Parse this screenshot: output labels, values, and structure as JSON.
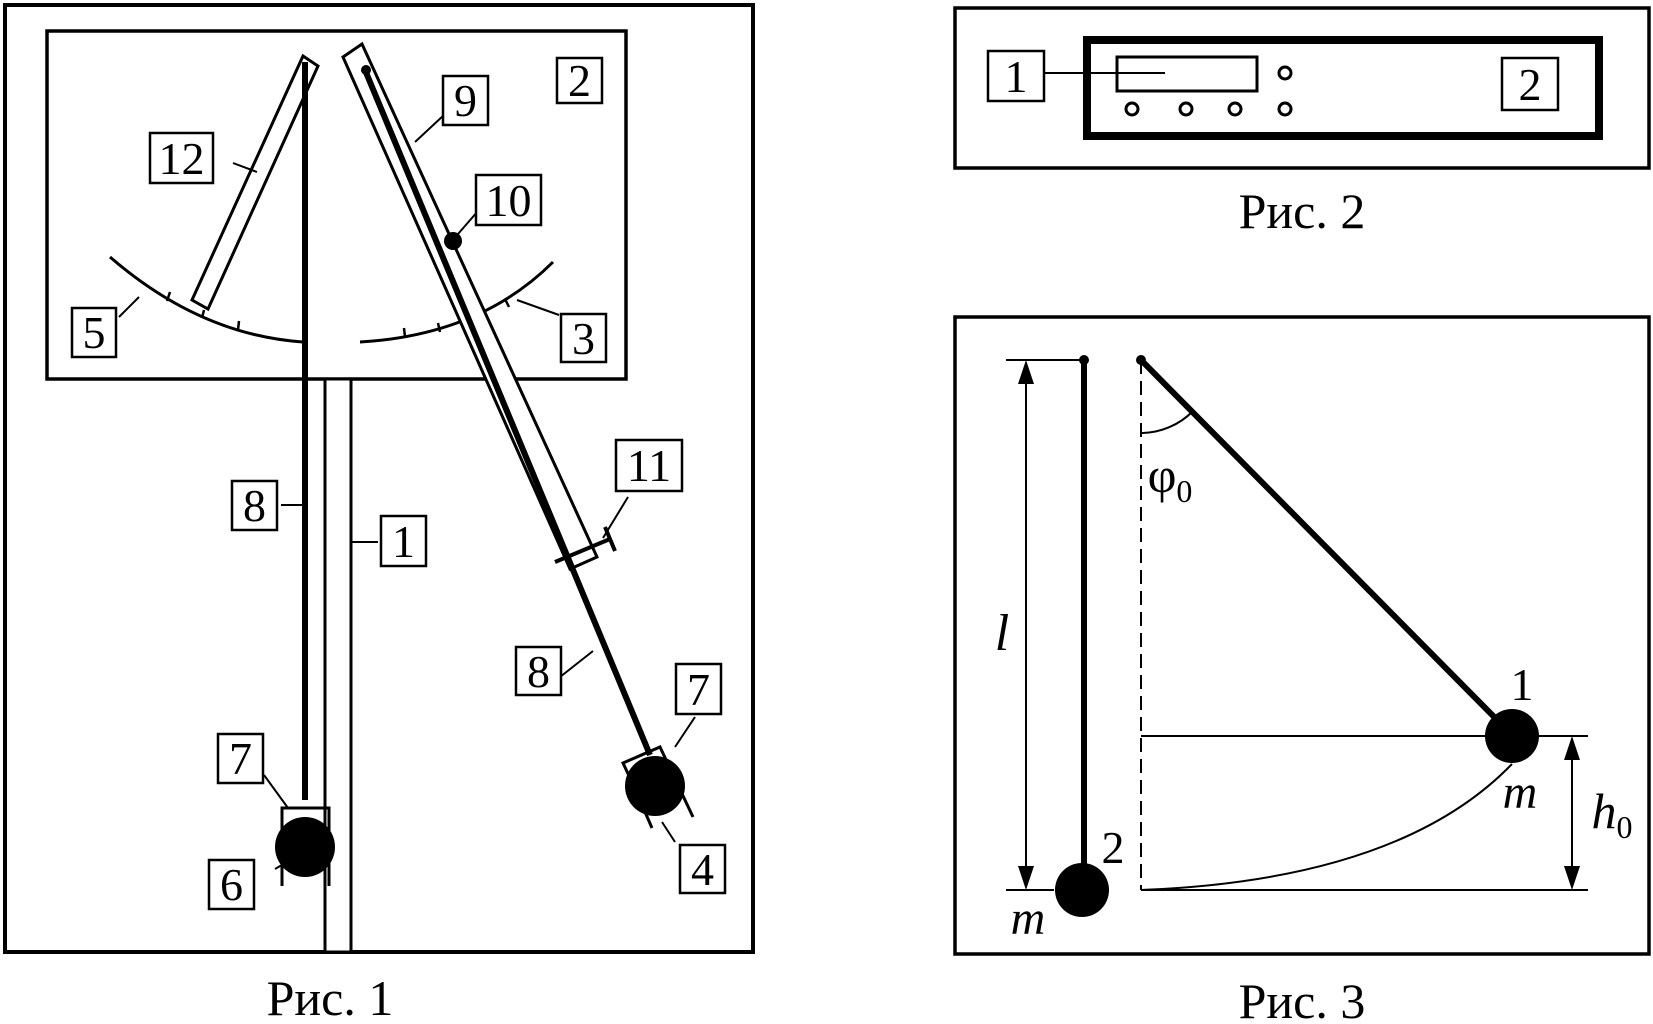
{
  "figures": {
    "fig1": {
      "caption": "Рис. 1",
      "labels": {
        "l1": "1",
        "l2": "2",
        "l3": "3",
        "l4": "4",
        "l5": "5",
        "l6": "6",
        "l7a": "7",
        "l7b": "7",
        "l8a": "8",
        "l8b": "8",
        "l9": "9",
        "l10": "10",
        "l11": "11",
        "l12": "12"
      }
    },
    "fig2": {
      "caption": "Рис. 2",
      "labels": {
        "l1": "1",
        "l2": "2"
      }
    },
    "fig3": {
      "caption": "Рис. 3",
      "length_label": "l",
      "angle_label": "φ",
      "angle_subscript": "0",
      "height_label": "h",
      "height_subscript": "0",
      "ball1_number": "1",
      "ball2_number": "2",
      "ball1_mass": "m",
      "ball2_mass": "m"
    }
  }
}
